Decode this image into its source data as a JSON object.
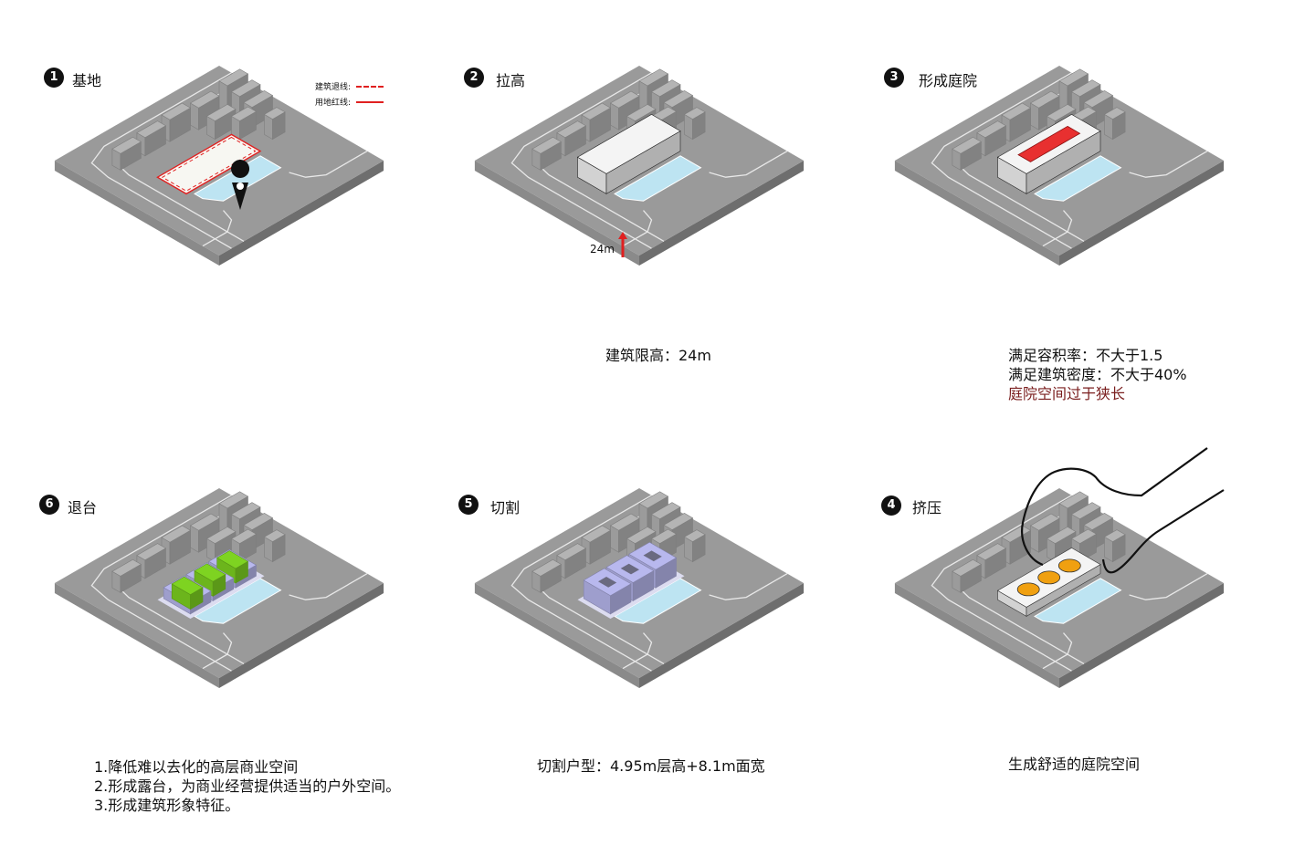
{
  "panels": [
    {
      "num": "1",
      "title": "基地",
      "caption": []
    },
    {
      "num": "2",
      "title": "拉高",
      "caption": [
        "建筑限高：24m"
      ]
    },
    {
      "num": "3",
      "title": "形成庭院",
      "caption": [
        "满足容积率：不大于1.5",
        "满足建筑密度：不大于40%"
      ],
      "warning": "庭院空间过于狭长"
    },
    {
      "num": "6",
      "title": "退台",
      "caption": [
        "1.降低难以去化的高层商业空间",
        "2.形成露台，为商业经营提供适当的户外空间。",
        "3.形成建筑形象特征。"
      ]
    },
    {
      "num": "5",
      "title": "切割",
      "caption": [
        "切割户型：4.95m层高+8.1m面宽"
      ]
    },
    {
      "num": "4",
      "title": "挤压",
      "caption": [
        "生成舒适的庭院空间"
      ]
    }
  ],
  "legend": {
    "setback": "建筑退线:",
    "redline": "用地红线:",
    "color": "#e02020"
  },
  "height_label": "24m",
  "colors": {
    "ground": "#9a9a9a",
    "road_line": "#e8e8e8",
    "water": "#bde4f2",
    "building": "#f4f4f4",
    "accent_red": "#e02020",
    "courtyard_red": "#e83030",
    "purple": "#b8b8ee",
    "green": "#7ed321",
    "orange": "#f0a010"
  }
}
